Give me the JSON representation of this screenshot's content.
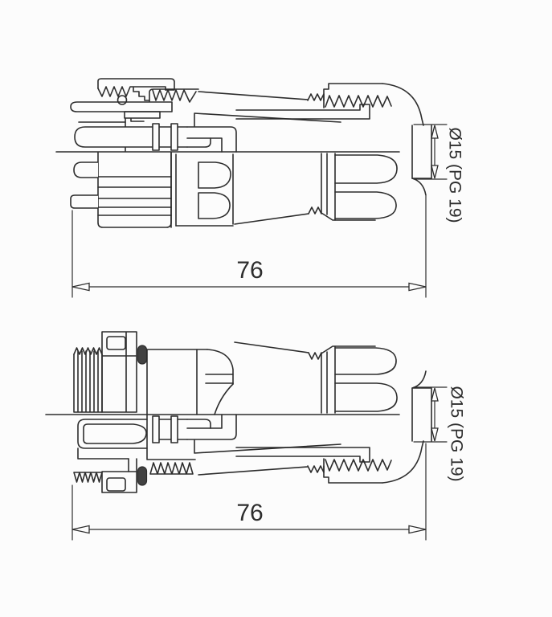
{
  "colors": {
    "ink": "#2d2d2d",
    "paper": "#fcfcfc",
    "seal": "#424242"
  },
  "views": {
    "top": {
      "length_dimension": "76",
      "cable_entry_dimension": "Ø15 (PG 19)"
    },
    "bottom": {
      "length_dimension": "76",
      "cable_entry_dimension": "Ø15 (PG 19)"
    }
  }
}
